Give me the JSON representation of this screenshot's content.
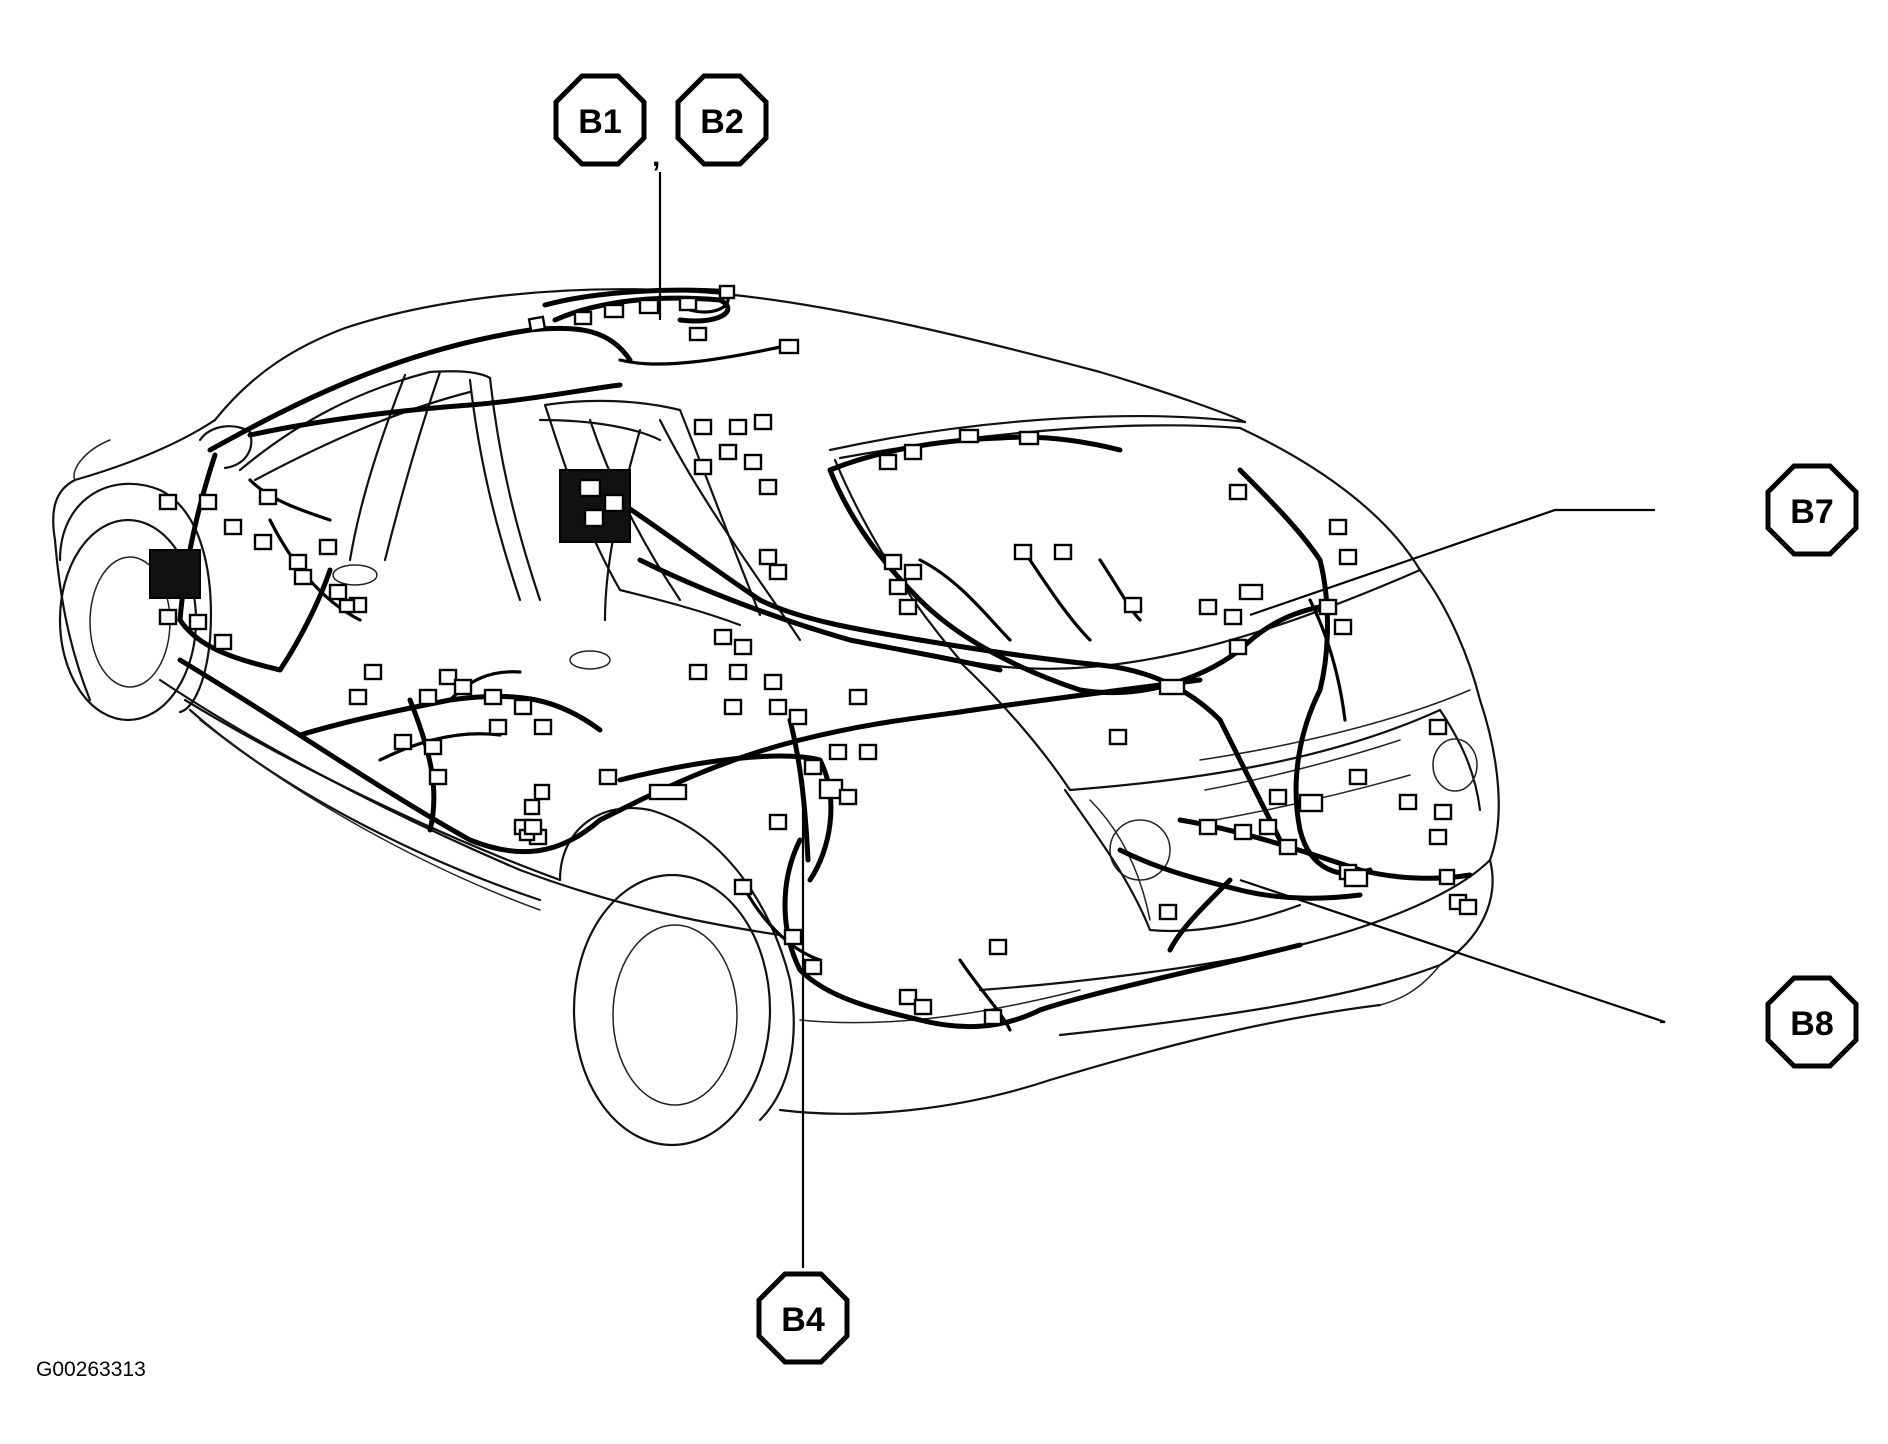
{
  "figure": {
    "code": "G00263313"
  },
  "callouts": [
    {
      "id": "b1",
      "label": "B1"
    },
    {
      "id": "b2",
      "label": "B2"
    },
    {
      "id": "b4",
      "label": "B4"
    },
    {
      "id": "b7",
      "label": "B7"
    },
    {
      "id": "b8",
      "label": "B8"
    }
  ],
  "separator": ","
}
